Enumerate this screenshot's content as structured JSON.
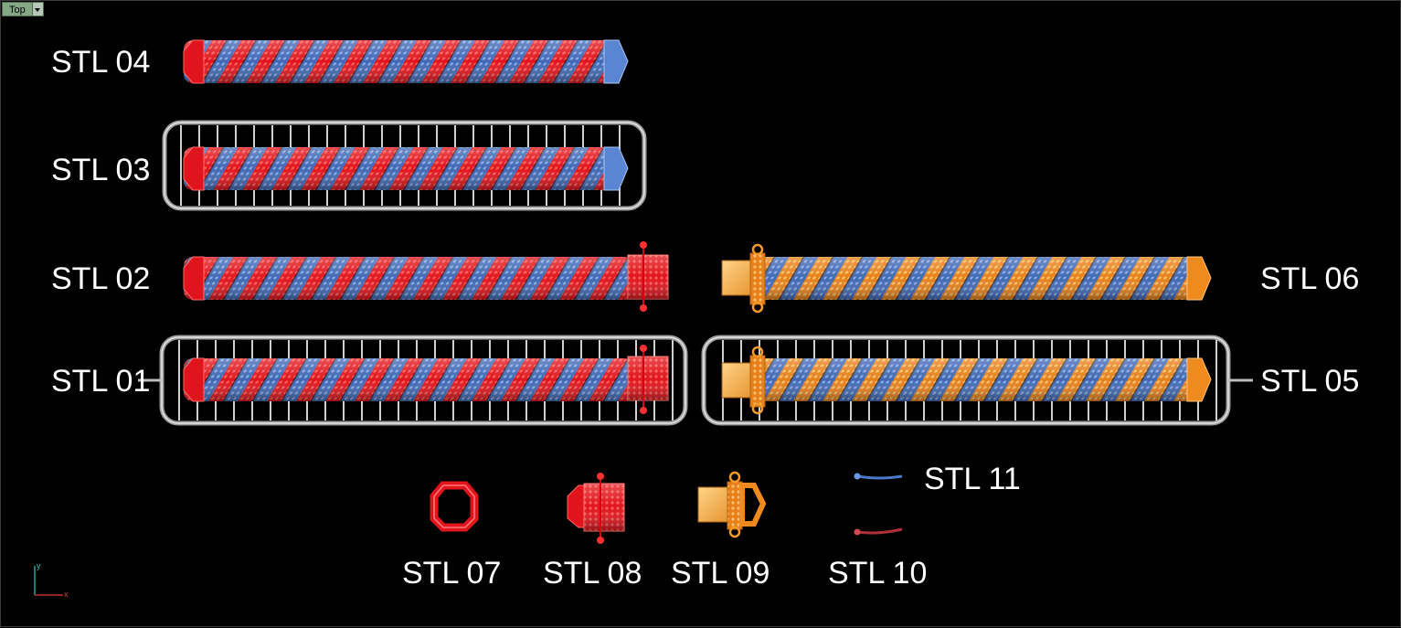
{
  "viewport": {
    "view_name": "Top",
    "menu_icon": "chevron-down-icon",
    "background": "#000000"
  },
  "colors": {
    "red": "#e0141c",
    "blue": "#4a78c6",
    "orange": "#ef8a1e",
    "gold": "#f2b24a",
    "silver": "#b4b4b4"
  },
  "labels": {
    "stl04": "STL 04",
    "stl03": "STL 03",
    "stl02": "STL 02",
    "stl01": "STL 01",
    "stl06": "STL 06",
    "stl05": "STL 05",
    "stl07": "STL 07",
    "stl08": "STL 08",
    "stl09": "STL 09",
    "stl10": "STL 10",
    "stl11": "STL 11"
  },
  "axis": {
    "x": "x",
    "y": "y"
  }
}
